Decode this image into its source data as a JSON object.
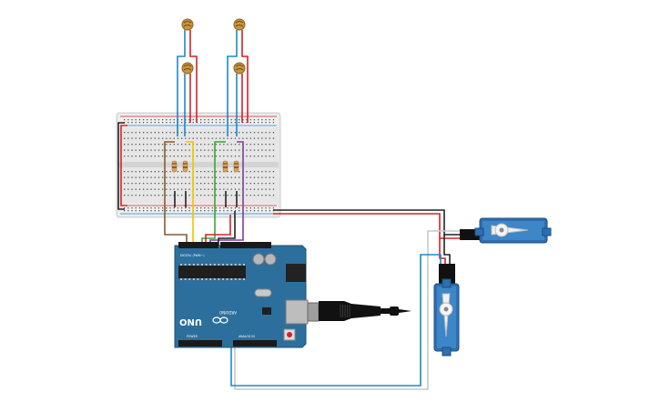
{
  "board": {
    "name": "UNO",
    "brand": "ARDUINO",
    "header_digital": "DIGITAL (PWM~)",
    "header_power": "POWER",
    "header_analog": "ANALOG IN",
    "color": "#2d6f9c"
  },
  "components": {
    "photoresistors": 4,
    "resistors": 4,
    "servos": 2,
    "breadboard": "half"
  },
  "wire_colors": {
    "blue": "#1e88c8",
    "red": "#d2232a",
    "black": "#222222",
    "yellow": "#f2c200",
    "green": "#3aa635",
    "purple": "#7b3fa0",
    "brown": "#8a5a2b",
    "orange": "#e07a1f",
    "gray": "#c8c8c8"
  }
}
